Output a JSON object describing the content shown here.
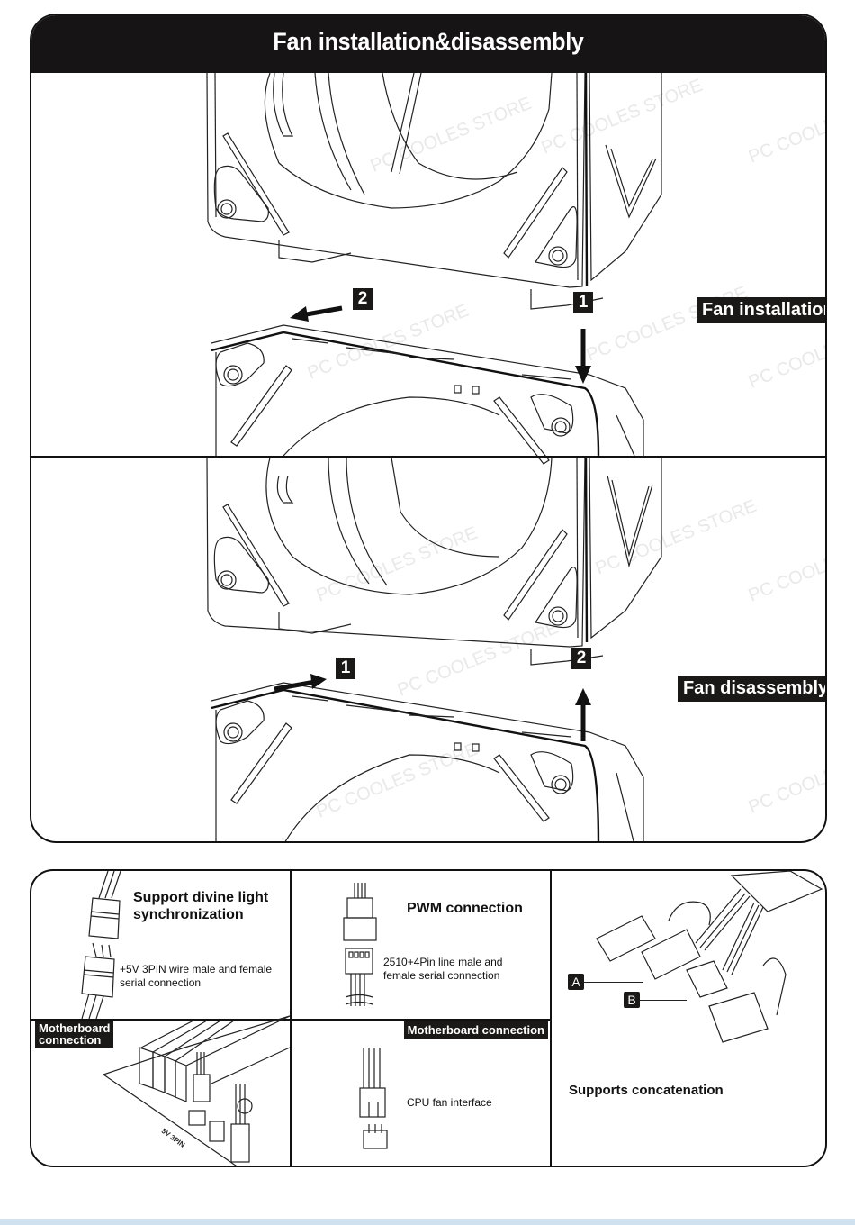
{
  "header": {
    "title": "Fan installation&disassembly"
  },
  "installation": {
    "label": "Fan installation",
    "steps": [
      {
        "number": "1",
        "direction": "down"
      },
      {
        "number": "2",
        "direction": "left"
      }
    ]
  },
  "disassembly": {
    "label": "Fan disassembly",
    "steps": [
      {
        "number": "1",
        "direction": "right"
      },
      {
        "number": "2",
        "direction": "up"
      }
    ]
  },
  "connections": {
    "light_sync": {
      "title": "Support divine light synchronization",
      "title_line1": "Support divine light",
      "title_line2": "synchronization",
      "desc_line1": "+5V 3PIN wire male and female",
      "desc_line2": "serial connection"
    },
    "pwm": {
      "title": "PWM connection",
      "desc_line1": "2510+4Pin line male and",
      "desc_line2": "female serial connection"
    },
    "motherboard_left": {
      "tag_line1": "Motherboard",
      "tag_line2": "connection",
      "header_label": "5V 3PIN"
    },
    "motherboard_mid": {
      "tag": "Motherboard connection",
      "desc": "CPU fan interface"
    },
    "concatenation": {
      "title": "Supports concatenation",
      "callouts": [
        "A",
        "B"
      ]
    }
  },
  "watermark": "PC COOLES STORE"
}
